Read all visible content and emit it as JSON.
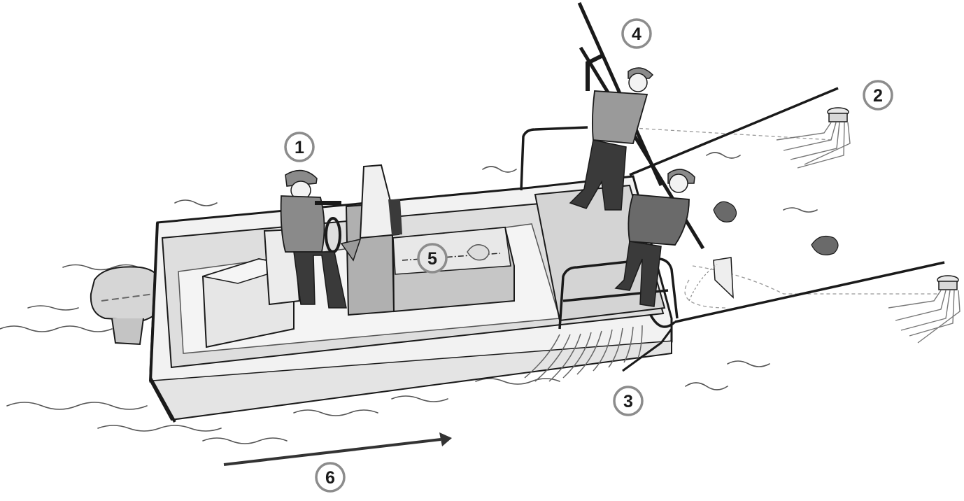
{
  "colors": {
    "outline": "#1a1a1a",
    "hull_light": "#ececec",
    "hull_mid": "#c9c9c9",
    "deck": "#d9d9d9",
    "console": "#a8a8a8",
    "vest": "#8a8a8a",
    "dark": "#3a3a3a",
    "callout_ring": "#8c8c8c",
    "arrow": "#333333",
    "dashed_field": "#999999"
  },
  "callouts": [
    {
      "id": "1",
      "label": "1"
    },
    {
      "id": "2",
      "label": "2"
    },
    {
      "id": "3",
      "label": "3"
    },
    {
      "id": "4",
      "label": "4"
    },
    {
      "id": "5",
      "label": "5"
    },
    {
      "id": "6",
      "label": "6"
    }
  ]
}
